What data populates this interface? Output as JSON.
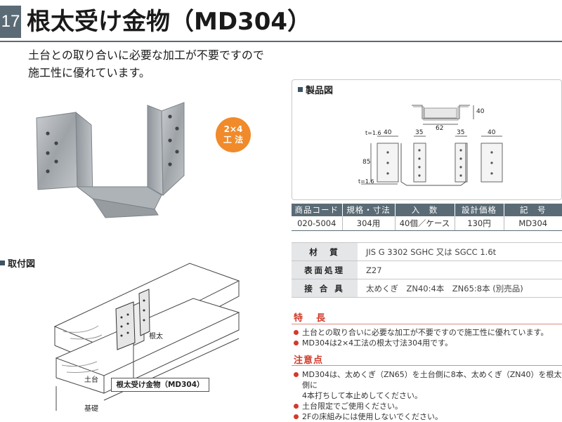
{
  "header": {
    "page_number": "17",
    "title": "根太受け金物（MD304）"
  },
  "intro": {
    "line1": "土台との取り合いに必要な加工が不要ですので",
    "line2": "施工性に優れています。"
  },
  "badge": {
    "line1": "2×4",
    "line2": "工 法"
  },
  "product_diagram": {
    "heading": "製品図",
    "dims": {
      "t_top": "t=1.6",
      "t_bottom": "t=1.6",
      "w1": "40",
      "w2": "35",
      "w3": "35",
      "w4": "40",
      "h": "85",
      "top_h": "40",
      "top_w": "62"
    }
  },
  "spec_table": {
    "headers": [
      "商品コード",
      "規格・寸法",
      "入　数",
      "設計価格",
      "記　号"
    ],
    "rows": [
      [
        "020-5004",
        "304用",
        "40個／ケース",
        "130円",
        "MD304"
      ]
    ]
  },
  "properties": [
    {
      "key": "材　質",
      "value": "JIS G 3302  SGHC 又は SGCC  1.6t"
    },
    {
      "key": "表面処理",
      "value": "Z27"
    },
    {
      "key": "接 合 具",
      "value": "太めくぎ　ZN40:4本　ZN65:8本 (別売品)"
    }
  ],
  "features": {
    "heading": "特　長",
    "items": [
      "土台との取り合いに必要な加工が不要ですので施工性に優れています。",
      "MD304は2×4工法の根太寸法304用です。"
    ]
  },
  "notes": {
    "heading": "注意点",
    "items": [
      "MD304は、太めくぎ（ZN65）を土台側に8本、太めくぎ（ZN40）を根太側に",
      "4本打ちして本止めしてください。",
      "土台限定でご使用ください。",
      "2Fの床組みには使用しないでください。"
    ]
  },
  "installation": {
    "heading": "取付図",
    "label_joist": "根太",
    "label_sill": "土台",
    "label_foundation": "基礎",
    "caption": "根太受け金物（MD304）"
  },
  "colors": {
    "header_bar": "#5a6b76",
    "badge": "#f08a2a",
    "accent_red": "#d23a2a"
  }
}
